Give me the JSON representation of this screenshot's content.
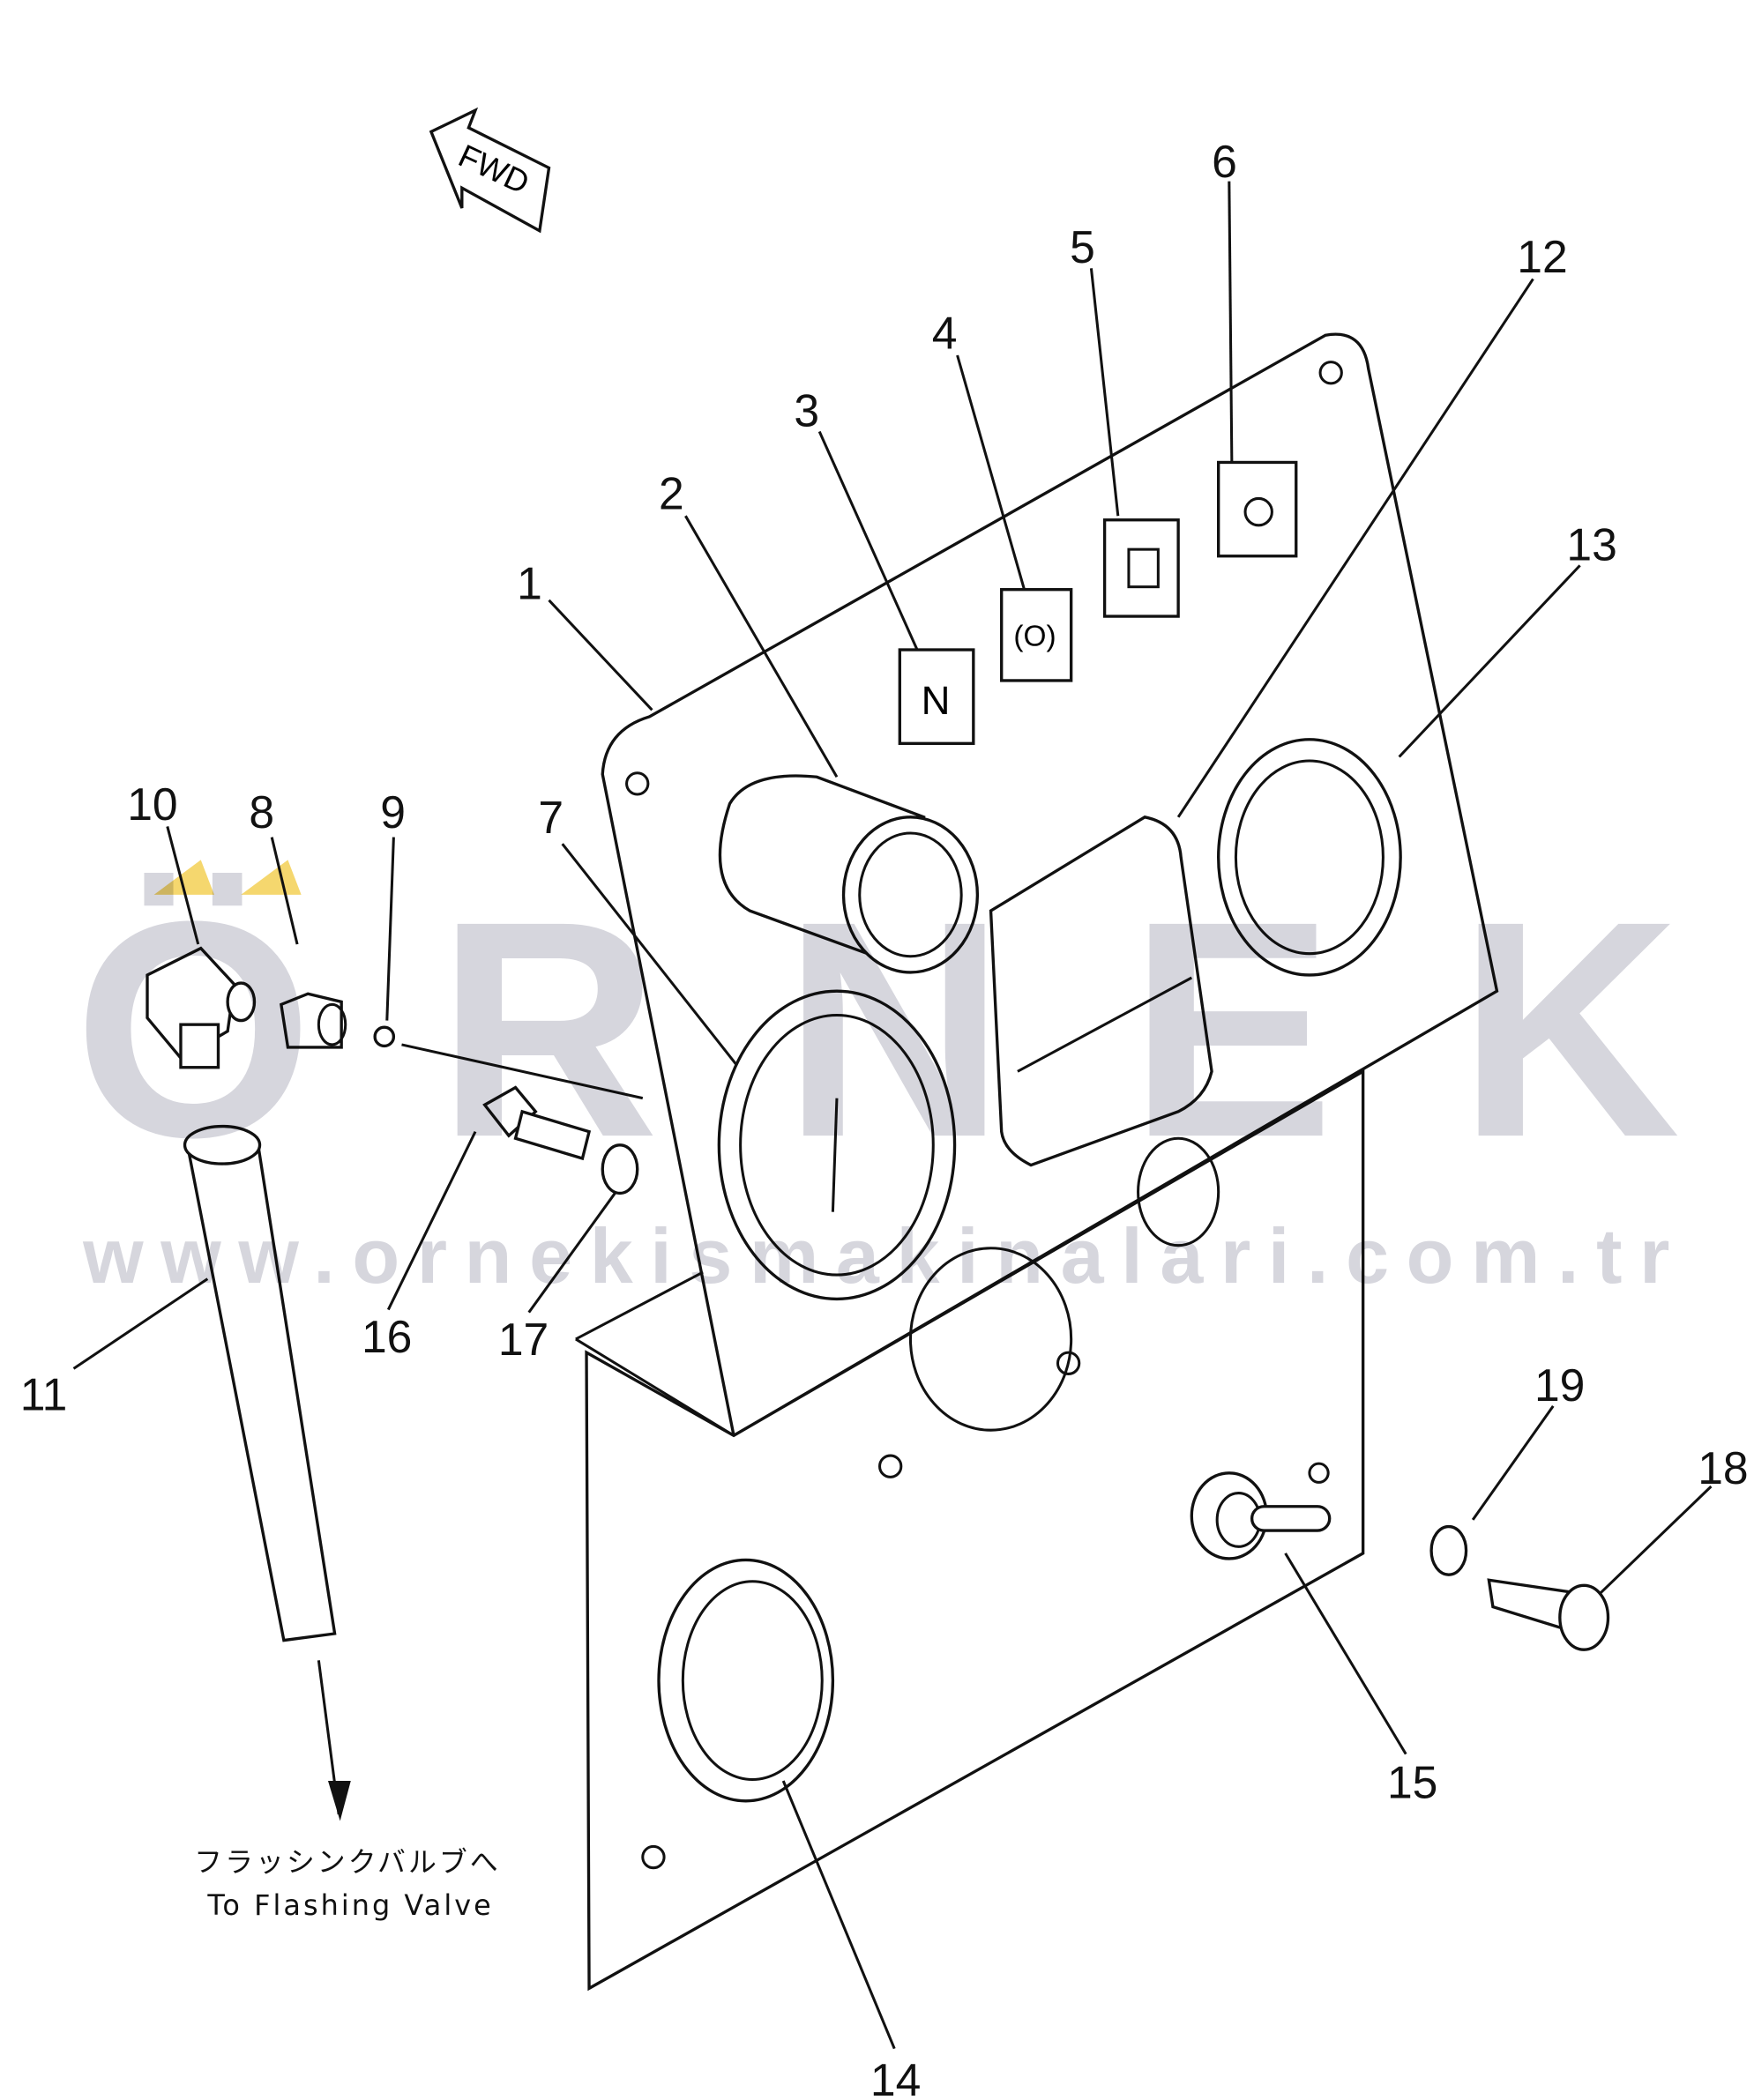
{
  "fwd_label": "FWD",
  "callouts": [
    "1",
    "2",
    "3",
    "4",
    "5",
    "6",
    "7",
    "8",
    "9",
    "10",
    "11",
    "12",
    "13",
    "14",
    "15",
    "16",
    "17",
    "18",
    "19"
  ],
  "destination_label_jp": "フラッシンクバルブへ",
  "destination_label_en": "To Flashing Valve",
  "switch_symbols": {
    "part3": "N",
    "part4": "(O)"
  },
  "watermark": {
    "brand": "ÖRNEK",
    "url": "www.ornekismakinalari.com.tr",
    "accent_color": "#f5d76e"
  }
}
